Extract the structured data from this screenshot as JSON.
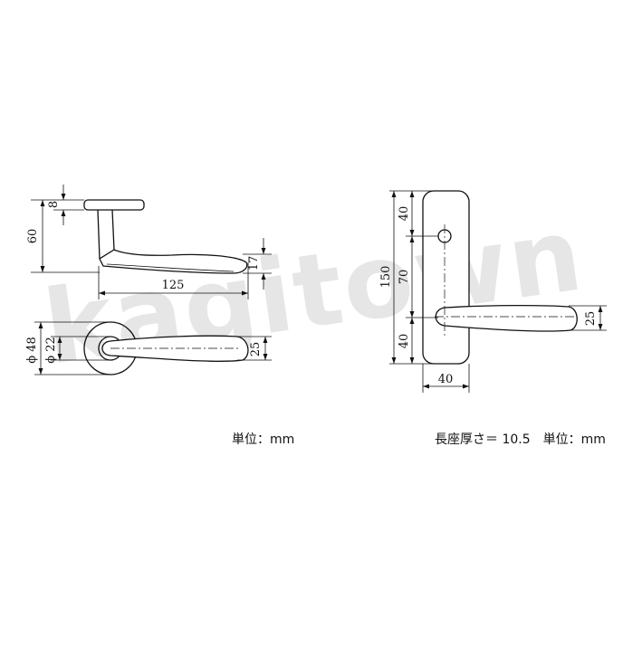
{
  "watermark": "kagitown",
  "side_view": {
    "dim_top": "8",
    "dim_height": "60",
    "dim_drop": "17",
    "dim_length": "125"
  },
  "front_view": {
    "dim_rose_outer": "ϕ 48",
    "dim_rose_inner": "ϕ 22",
    "dim_lever_width": "25"
  },
  "plate_view": {
    "dim_top": "40",
    "dim_mid": "70",
    "dim_bottom": "40",
    "dim_total": "150",
    "dim_width": "40",
    "dim_lever_width": "25"
  },
  "captions": {
    "left_unit": "単位：mm",
    "right_unit": "長座厚さ＝ 10.5　単位：mm"
  },
  "colors": {
    "line": "#111111",
    "watermark": "#e6e6e6"
  }
}
